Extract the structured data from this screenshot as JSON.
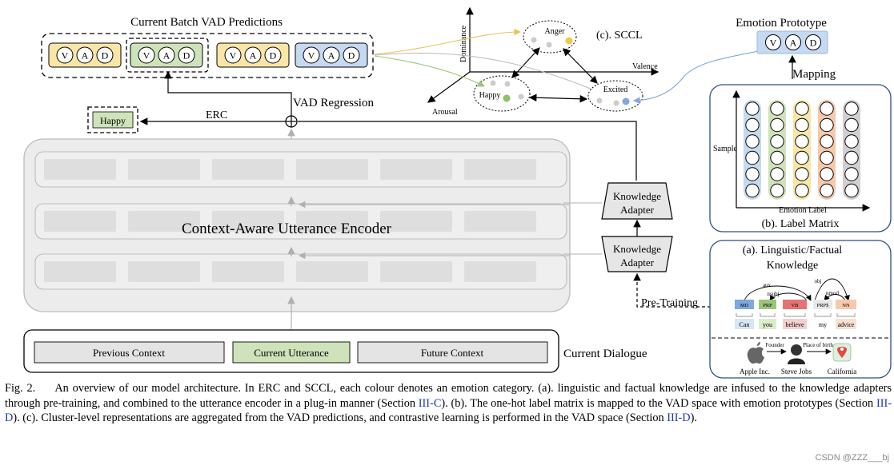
{
  "batch": {
    "title": "Current Batch VAD Predictions",
    "groups": [
      {
        "letters": [
          "V",
          "A",
          "D"
        ],
        "color": "#f9e6a6"
      },
      {
        "letters": [
          "V",
          "A",
          "D"
        ],
        "color": "#cfe3ba"
      },
      {
        "letters": [
          "V",
          "A",
          "D"
        ],
        "color": "#f9e6a6"
      },
      {
        "letters": [
          "V",
          "A",
          "D"
        ],
        "color": "#c5d9f0"
      }
    ]
  },
  "erc": {
    "label": "ERC",
    "prediction": "Happy",
    "regression_label": "VAD Regression"
  },
  "sccl": {
    "title": "(c). SCCL",
    "axes": {
      "dominance": "Dominance",
      "valence": "Valence",
      "arousal": "Arousal"
    },
    "clusters": [
      "Anger",
      "Happy",
      "Excited"
    ]
  },
  "encoder": {
    "label": "Context-Aware Utterance Encoder"
  },
  "adapters": {
    "label_line1": "Knowledge",
    "label_line2": "Adapter",
    "pretraining": "Pre-Training"
  },
  "dialogue": {
    "previous": "Previous Context",
    "current": "Current Utterance",
    "future": "Future Context",
    "label": "Current Dialogue"
  },
  "prototype": {
    "title": "Emotion Prototype",
    "letters": [
      "V",
      "A",
      "D"
    ],
    "mapping": "Mapping"
  },
  "label_matrix": {
    "y_axis": "Sample",
    "x_axis": "Emotion Label",
    "caption": "(b). Label Matrix",
    "column_colors": [
      "#c5d9f0",
      "#cfe3ba",
      "#f9e6a6",
      "#f6c9ab",
      "#d0d0d0"
    ]
  },
  "knowledge": {
    "title_line1": "(a). Linguistic/Factual",
    "title_line2": "Knowledge",
    "tags": [
      "MD",
      "PRP",
      "VB",
      "PRP$",
      "NN"
    ],
    "words": [
      "Can",
      "you",
      "believe",
      "my",
      "advice"
    ],
    "deps": [
      "aux",
      "nsubj",
      "obj",
      "nmod"
    ],
    "entities": [
      "Apple Inc.",
      "Steve Jobs",
      "California"
    ],
    "relations": [
      "Founder",
      "Place of birth"
    ]
  },
  "caption": {
    "fig_label": "Fig. 2.",
    "part1": "An overview of our model architecture. In ERC and SCCL, each colour denotes an emotion category. (a). linguistic and factual knowledge are infused to the knowledge adapters through pre-training, and combined to the utterance encoder in a plug-in manner (Section ",
    "ref1": "III-C",
    "part2": "). (b). The one-hot label matrix is mapped to the VAD space with emotion prototypes (Section ",
    "ref2": "III-D",
    "part3": "). (c). Cluster-level representations are aggregated from the VAD predictions, and contrastive learning is performed in the VAD space (Section ",
    "ref3": "III-D",
    "part4": ")."
  },
  "watermark": "CSDN @ZZZ___bj"
}
